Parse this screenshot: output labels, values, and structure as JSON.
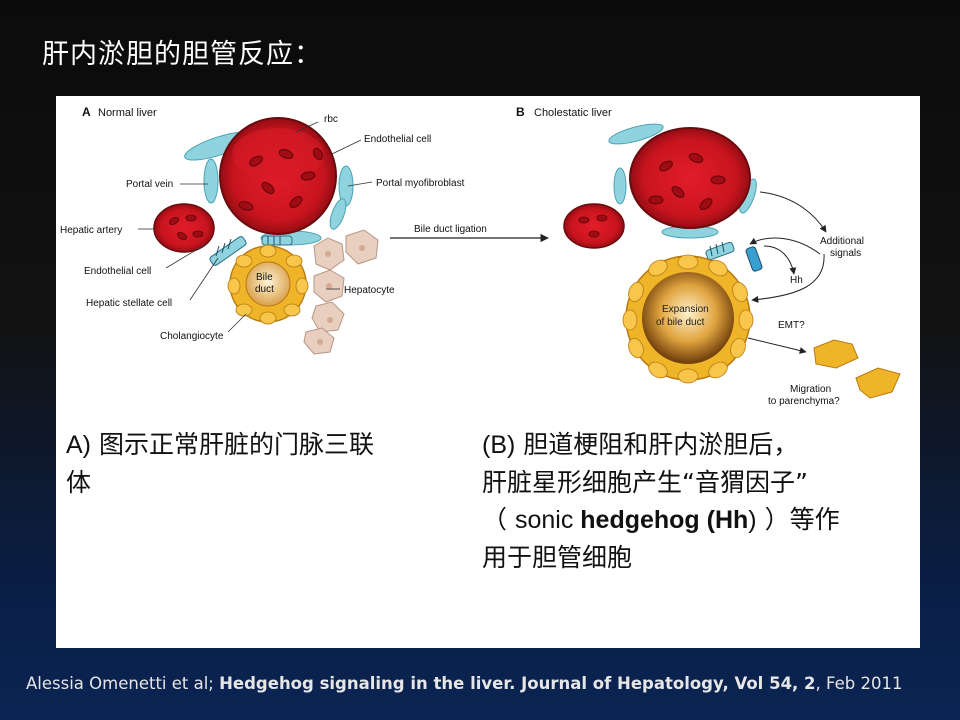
{
  "slide": {
    "title": "肝内淤胆的胆管反应："
  },
  "figure": {
    "panel_a": {
      "letter": "A",
      "title": "Normal liver",
      "labels": {
        "rbc": "rbc",
        "endothelial_cell_top": "Endothelial cell",
        "portal_vein": "Portal vein",
        "portal_myofibroblast": "Portal myofibroblast",
        "hepatic_artery": "Hepatic artery",
        "endothelial_cell_left": "Endothelial cell",
        "hepatic_stellate_cell": "Hepatic stellate cell",
        "cholangiocyte": "Cholangiocyte",
        "hepatocyte": "Hepatocyte",
        "bile_duct_line1": "Bile",
        "bile_duct_line2": "duct"
      }
    },
    "arrow_label": "Bile duct ligation",
    "panel_b": {
      "letter": "B",
      "title": "Cholestatic liver",
      "labels": {
        "additional_signals_line1": "Additional",
        "additional_signals_line2": "signals",
        "hh": "Hh",
        "expansion_line1": "Expansion",
        "expansion_line2": "of bile duct",
        "emt": "EMT?",
        "migration_line1": "Migration",
        "migration_line2": "to parenchyma?"
      }
    }
  },
  "captions": {
    "a": {
      "prefix": "A)",
      "line1_text": " 图示正常肝脏的门脉三联",
      "line2": "体"
    },
    "b": {
      "prefix": "(B)",
      "line1_text": " 胆道梗阻和肝内淤胆后，",
      "line2": "肝脏星形细胞产生“音猬因子”",
      "line3_open": "（ ",
      "line3_sonic": "sonic ",
      "line3_hedgehog": "hedgehog (Hh",
      "line3_close_paren": ")",
      "line3_rest": " ）等作",
      "line4": "用于胆管细胞"
    }
  },
  "citation": {
    "authors": "Alessia Omenetti et al; ",
    "title_bold": "Hedgehog signaling in the liver. Journal of Hepatology, Vol 54, 2",
    "date": ", Feb 2011"
  },
  "colors": {
    "vessel_red": "#c8141e",
    "vessel_dark": "#8a0a10",
    "endothelial_cyan": "#8fd3df",
    "cholangiocyte_yellow": "#f0b428",
    "hepatocyte_tan": "#e8cfc0",
    "lumen_brown": "#7a4a10"
  }
}
